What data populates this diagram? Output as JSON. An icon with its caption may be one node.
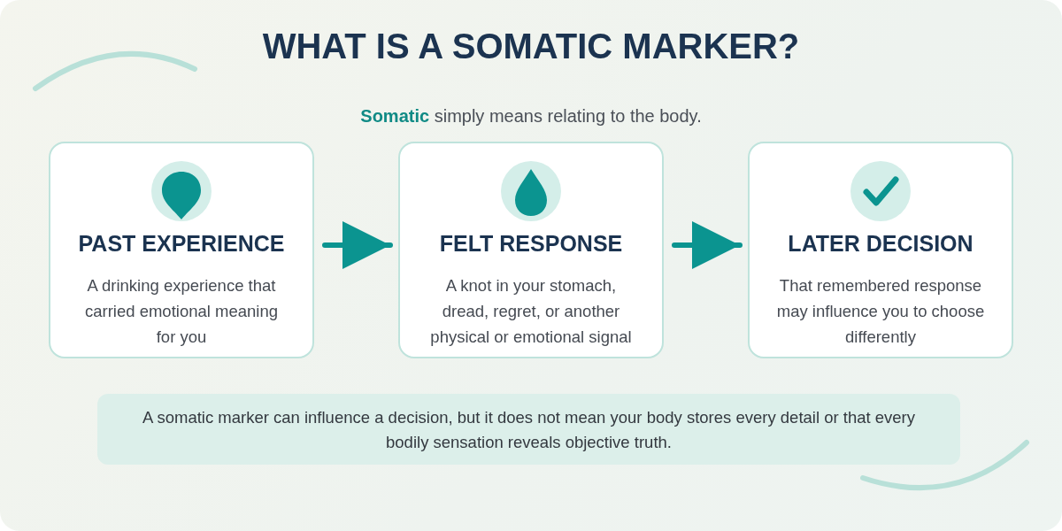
{
  "diagram": {
    "title": "WHAT IS A SOMATIC MARKER?",
    "caption": "**Somatic** simply means relating to the body.",
    "nodes": [
      {
        "text": [
          "PAST EXPERIENCE",
          "A drinking experience that carried emotional meaning for you"
        ]
      },
      {
        "text": [
          "FELT RESPONSE",
          "A knot in your stomach, dread, regret, or another physical or emotional signal"
        ]
      },
      {
        "text": [
          "LATER DECISION",
          "That remembered response may influence you to choose differently"
        ]
      },
      {
        "text": [
          "A somatic marker can influence a decision, but it does not mean your body stores every detail or that every bodily sensation reveals objective truth."
        ]
      }
    ],
    "edges": [
      {
        "from": 0,
        "to": 1,
        "arrow": "to"
      },
      {
        "from": 1,
        "to": 2,
        "arrow": "to"
      }
    ]
  }
}
